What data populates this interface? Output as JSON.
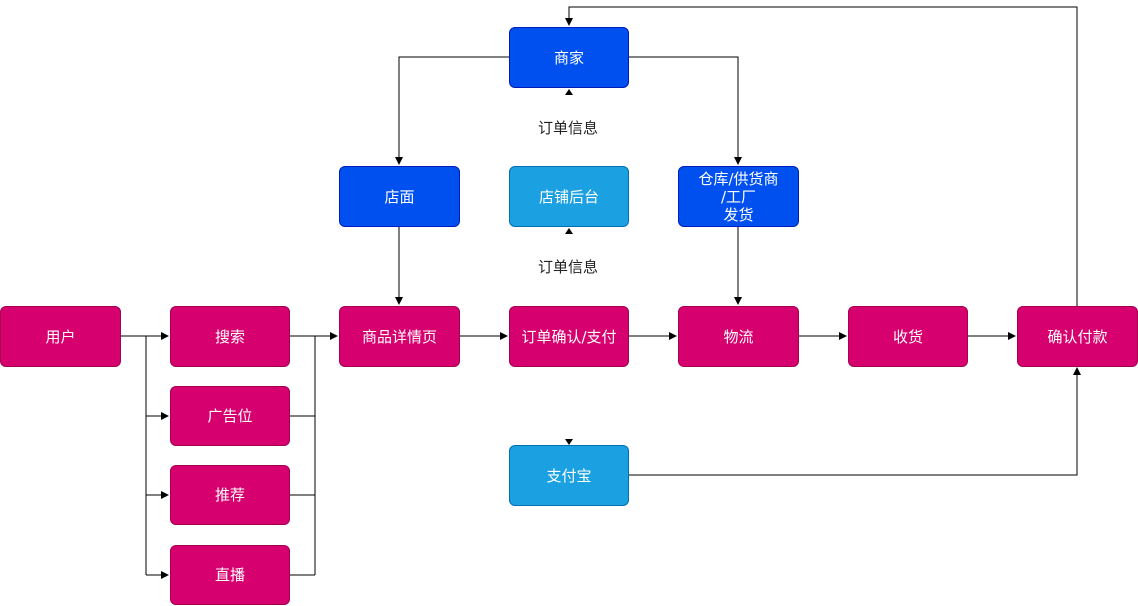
{
  "nodes": {
    "user": "用户",
    "search": "搜索",
    "ad_slot": "广告位",
    "recommend": "推荐",
    "live": "直播",
    "product_detail": "商品详情页",
    "order_confirm": "订单确认/支付",
    "logistics": "物流",
    "receive": "收货",
    "confirm_payment": "确认付款",
    "merchant": "商家",
    "storefront": "店面",
    "store_backend": "店铺后台",
    "warehouse": "仓库/供货商\n/工厂\n发货",
    "alipay": "支付宝"
  },
  "labels": {
    "order_info_top": "订单信息",
    "order_info_bottom": "订单信息"
  },
  "colors": {
    "pink": "#d6006e",
    "blue": "#0050ef",
    "sky": "#1ba1e2"
  }
}
